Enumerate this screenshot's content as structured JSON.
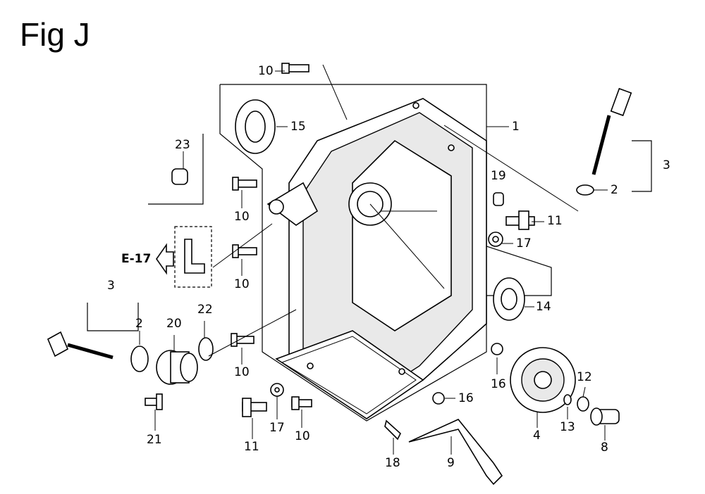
{
  "figure": {
    "title": "Fig J",
    "reference": "E-17"
  },
  "callouts": [
    {
      "key": "c10a",
      "label": "10"
    },
    {
      "key": "c15",
      "label": "15"
    },
    {
      "key": "c1",
      "label": "1"
    },
    {
      "key": "c23",
      "label": "23"
    },
    {
      "key": "c3r",
      "label": "3"
    },
    {
      "key": "c2r",
      "label": "2"
    },
    {
      "key": "c19",
      "label": "19"
    },
    {
      "key": "c11r",
      "label": "11"
    },
    {
      "key": "c10b",
      "label": "10"
    },
    {
      "key": "c17r",
      "label": "17"
    },
    {
      "key": "c10c",
      "label": "10"
    },
    {
      "key": "c14",
      "label": "14"
    },
    {
      "key": "c3l",
      "label": "3"
    },
    {
      "key": "c2l",
      "label": "2"
    },
    {
      "key": "c20",
      "label": "20"
    },
    {
      "key": "c22",
      "label": "22"
    },
    {
      "key": "c10d",
      "label": "10"
    },
    {
      "key": "c16a",
      "label": "16"
    },
    {
      "key": "c12",
      "label": "12"
    },
    {
      "key": "c16b",
      "label": "16"
    },
    {
      "key": "c13",
      "label": "13"
    },
    {
      "key": "c4",
      "label": "4"
    },
    {
      "key": "c8",
      "label": "8"
    },
    {
      "key": "c21",
      "label": "21"
    },
    {
      "key": "c11b",
      "label": "11"
    },
    {
      "key": "c17b",
      "label": "17"
    },
    {
      "key": "c10e",
      "label": "10"
    },
    {
      "key": "c18",
      "label": "18"
    },
    {
      "key": "c9",
      "label": "9"
    }
  ]
}
